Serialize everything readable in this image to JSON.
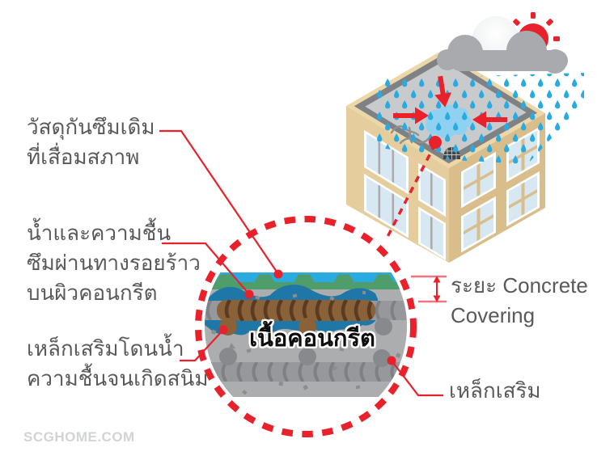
{
  "colors": {
    "red": "#e8212b",
    "label_text": "#58595b",
    "water_blue": "#29abe2",
    "seep_blue": "#1f77a8",
    "membrane_green": "#4e9d6a",
    "concrete_gray": "#abadaf",
    "band_gray": "#96989b",
    "band_stripe": "#7e8184",
    "aggregate_gray": "#87898c",
    "speck_gray": "#8b8d90",
    "rust_brown": "#8a6139",
    "rust_stripe": "#5c3a1e",
    "wall_light": "#e5cd9d",
    "wall_dark": "#d9bd8b",
    "roof_tan": "#ebd7a8",
    "parapet_gray": "#7f8285",
    "roof_gray": "#c9cacc",
    "window_glass": "#d8e8f3",
    "window_mullion": "#aaacaf",
    "puddle_blue": "#8ed1f1",
    "cloud_gray": "#a8aaad",
    "crack_gray": "#8e9092",
    "dim_pink": "#f4747e",
    "watermark_gray": "#d2d3d5"
  },
  "labels": {
    "membrane": [
      "วัสดุกันซึมเดิม",
      "ที่เสื่อมสภาพ"
    ],
    "seepage": [
      "น้ำและความชื้น",
      "ซึมผ่านทางรอยร้าว",
      "บนผิวคอนกรีต"
    ],
    "rusted_rebar": [
      "เหล็กเสริมโดนน้ำ",
      "ความชื้นจนเกิดสนิม"
    ],
    "covering": [
      "ระยะ Concrete",
      "Covering"
    ],
    "rebar": "เหล็กเสริม",
    "concrete_body": "เนื้อคอนกรีต"
  },
  "watermark": "SCGHOME.COM"
}
